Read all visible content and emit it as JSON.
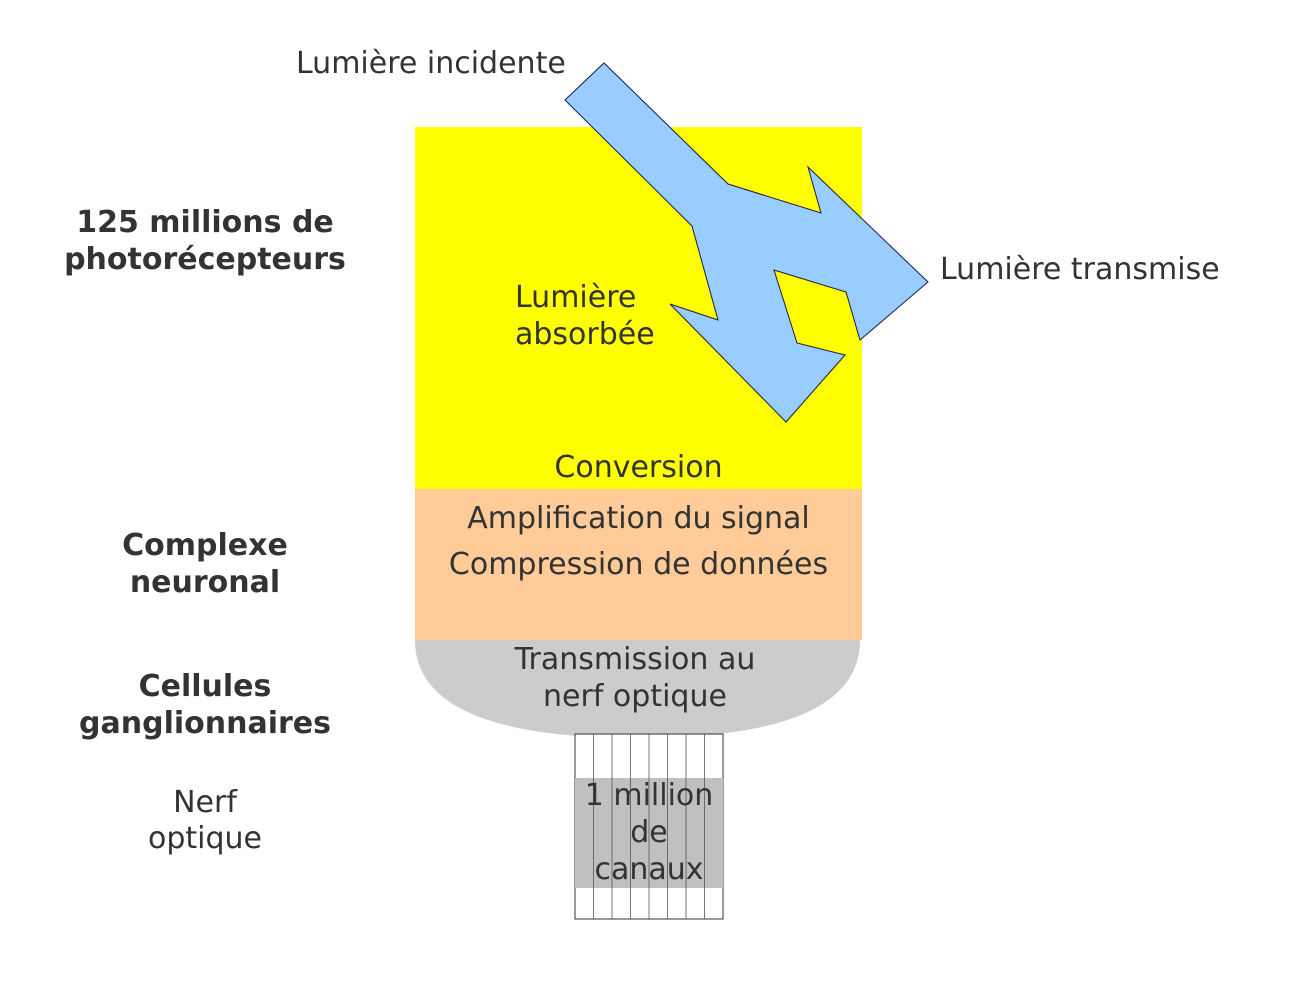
{
  "colors": {
    "photoreceptor_layer": "#ffff00",
    "neural_layer": "#ffcc99",
    "ganglion_layer": "#cccccc",
    "light_arrow_fill": "#99ccff",
    "light_arrow_stroke": "#1a1a4d",
    "text": "#333333",
    "nerve_band": "#c0c0c0"
  },
  "left_labels": {
    "photoreceptors": [
      "125 millions de",
      "photorécepteurs"
    ],
    "neural_complex": [
      "Complexe",
      "neuronal"
    ],
    "ganglion_cells": [
      "Cellules",
      "ganglionnaires"
    ],
    "optic_nerve": [
      "Nerf",
      "optique"
    ]
  },
  "light": {
    "incident": "Lumière incidente",
    "transmitted": "Lumière transmise",
    "absorbed": [
      "Lumière",
      "absorbée"
    ]
  },
  "layers": {
    "photoreceptor_text": "Conversion",
    "neural_text": [
      "Amplification du signal",
      "Compression de données"
    ],
    "ganglion_text": [
      "Transmission au",
      "nerf optique"
    ]
  },
  "nerve": {
    "channels_text": [
      "1 million",
      "de",
      "canaux"
    ],
    "icon": "nerve-fibers"
  }
}
